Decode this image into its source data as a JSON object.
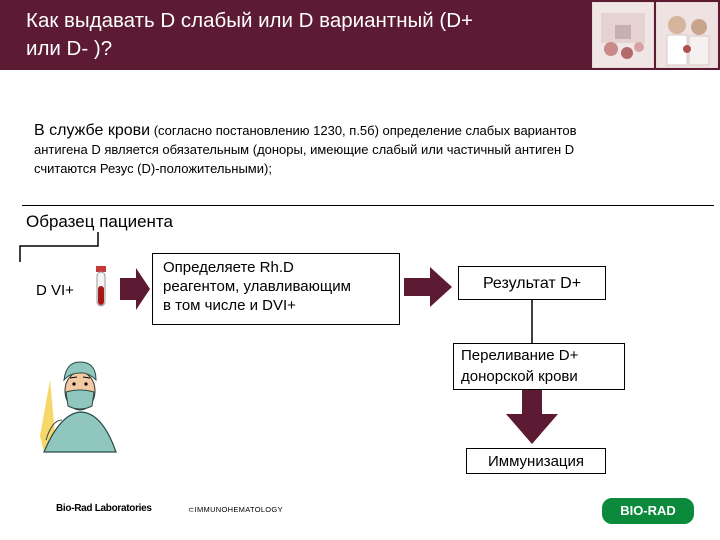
{
  "header": {
    "title_line1": "Как выдавать D слабый или D вариантный (D+",
    "title_line2": "или D- )?"
  },
  "intro": {
    "lead": "В службе крови",
    "line1_rest": " (согласно постановлению 1230, п.5б) определение слабых вариантов",
    "line2": "антигена D является обязательным (доноры, имеющие слабый или частичный антиген D",
    "line3": "считаются Резус (D)-положительными);"
  },
  "flow": {
    "sample_label": "Образец пациента",
    "dvi_label": "D VI+",
    "box1_line1": "Определяете Rh.D",
    "box1_line2": "реагентом, улавливающим",
    "box1_line3": "в том числе и DVI+",
    "result": "Результат D+",
    "transfusion_line1": "Переливание D+",
    "transfusion_line2": "донорской крови",
    "immunization": "Иммунизация"
  },
  "footer": {
    "company": "Bio-Rad Laboratories",
    "division": "IMMUNOHEMATOLOGY",
    "logo_text": "BIO-RAD"
  },
  "colors": {
    "header_bg": "#5c1a33",
    "arrow": "#5c1a33",
    "logo_green": "#0b8a3c"
  }
}
